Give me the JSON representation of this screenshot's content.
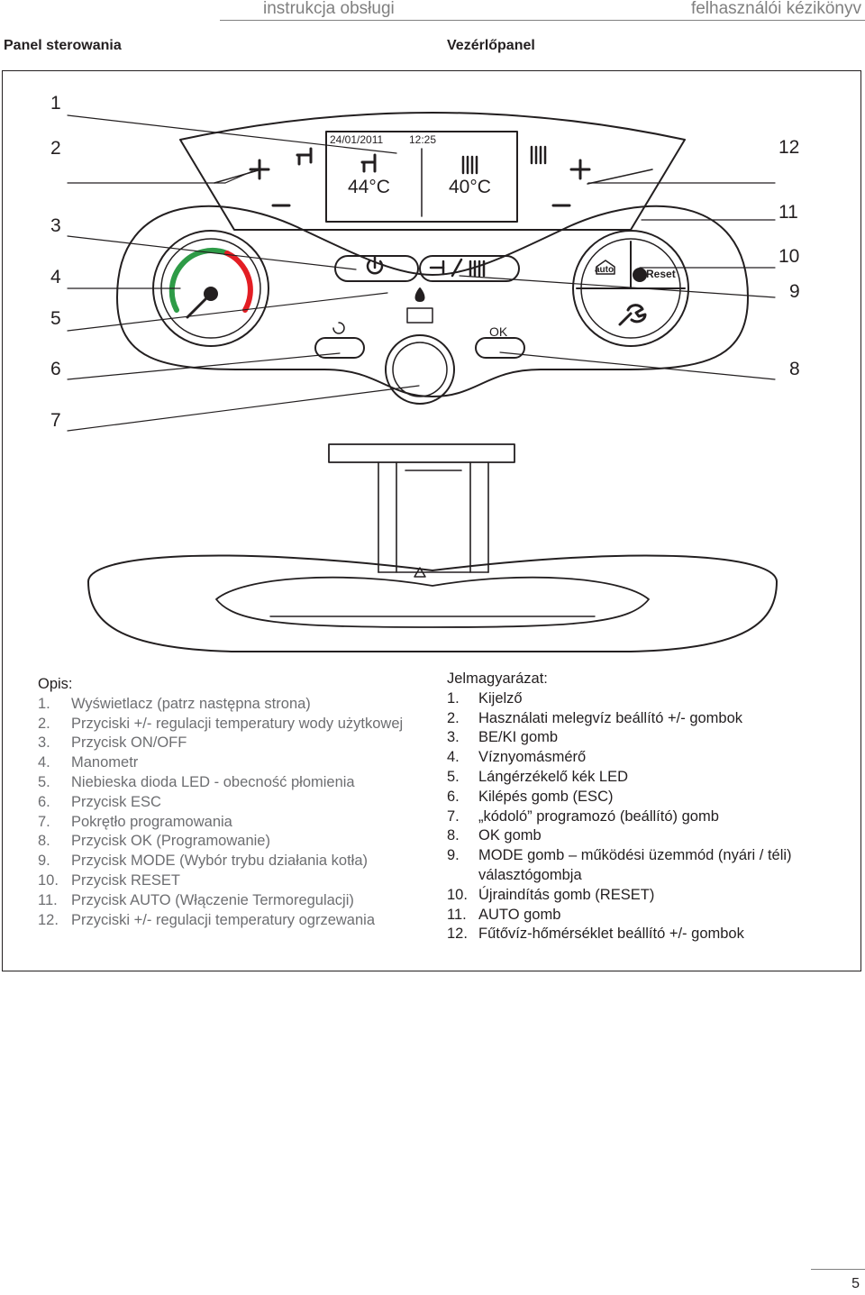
{
  "header": {
    "left": "instrukcja obsługi",
    "right": "felhasználói kézikönyv"
  },
  "section": {
    "left_title": "Panel sterowania",
    "right_title": "Vezérlőpanel"
  },
  "display": {
    "date": "24/01/2011",
    "time": "12:25",
    "dhw_temp": "44°C",
    "heat_temp": "40°C"
  },
  "buttons": {
    "plus": "+",
    "minus": "−",
    "auto": "auto",
    "reset": "Reset",
    "ok": "OK"
  },
  "callouts": {
    "n1": "1",
    "n2": "2",
    "n3": "3",
    "n4": "4",
    "n5": "5",
    "n6": "6",
    "n7": "7",
    "n8": "8",
    "n9": "9",
    "n10": "10",
    "n11": "11",
    "n12": "12"
  },
  "legend_pl": {
    "title": "Opis:",
    "items": [
      {
        "n": "1.",
        "t": "Wyświetlacz (patrz następna strona)"
      },
      {
        "n": "2.",
        "t": "Przyciski +/- regulacji temperatury wody użytkowej"
      },
      {
        "n": "3.",
        "t": "Przycisk ON/OFF"
      },
      {
        "n": "4.",
        "t": "Manometr"
      },
      {
        "n": "5.",
        "t": "Niebieska dioda LED - obecność płomienia"
      },
      {
        "n": "6.",
        "t": "Przycisk ESC"
      },
      {
        "n": "7.",
        "t": "Pokrętło programowania"
      },
      {
        "n": "8.",
        "t": "Przycisk OK (Programowanie)"
      },
      {
        "n": "9.",
        "t": "Przycisk MODE (Wybór trybu działania kotła)"
      },
      {
        "n": "10.",
        "t": "Przycisk RESET"
      },
      {
        "n": "11.",
        "t": "Przycisk AUTO (Włączenie Termoregulacji)"
      },
      {
        "n": "12.",
        "t": "Przyciski +/- regulacji temperatury ogrzewania"
      }
    ]
  },
  "legend_hu": {
    "title": "Jelmagyarázat:",
    "items": [
      {
        "n": "1.",
        "t": "Kijelző"
      },
      {
        "n": "2.",
        "t": "Használati melegvíz beállító +/- gombok"
      },
      {
        "n": "3.",
        "t": "BE/KI gomb"
      },
      {
        "n": "4.",
        "t": "Víznyomásmérő"
      },
      {
        "n": "5.",
        "t": "Lángérzékelő kék LED"
      },
      {
        "n": "6.",
        "t": "Kilépés gomb (ESC)"
      },
      {
        "n": "7.",
        "t": "„kódoló” programozó (beállító) gomb"
      },
      {
        "n": "8.",
        "t": "OK gomb"
      },
      {
        "n": "9.",
        "t": "MODE gomb – működési üzemmód (nyári / téli)"
      },
      {
        "n": "",
        "t": "választógombja"
      },
      {
        "n": "10.",
        "t": "Újraindítás gomb (RESET)"
      },
      {
        "n": "11.",
        "t": "AUTO gomb"
      },
      {
        "n": "12.",
        "t": "Fűtővíz-hőmérséklet beállító +/- gombok"
      }
    ]
  },
  "page_number": "5",
  "colors": {
    "gauge_green": "#2e9b47",
    "gauge_red": "#e31e24",
    "text_grey": "#6d6e71",
    "header_grey": "#808080"
  }
}
